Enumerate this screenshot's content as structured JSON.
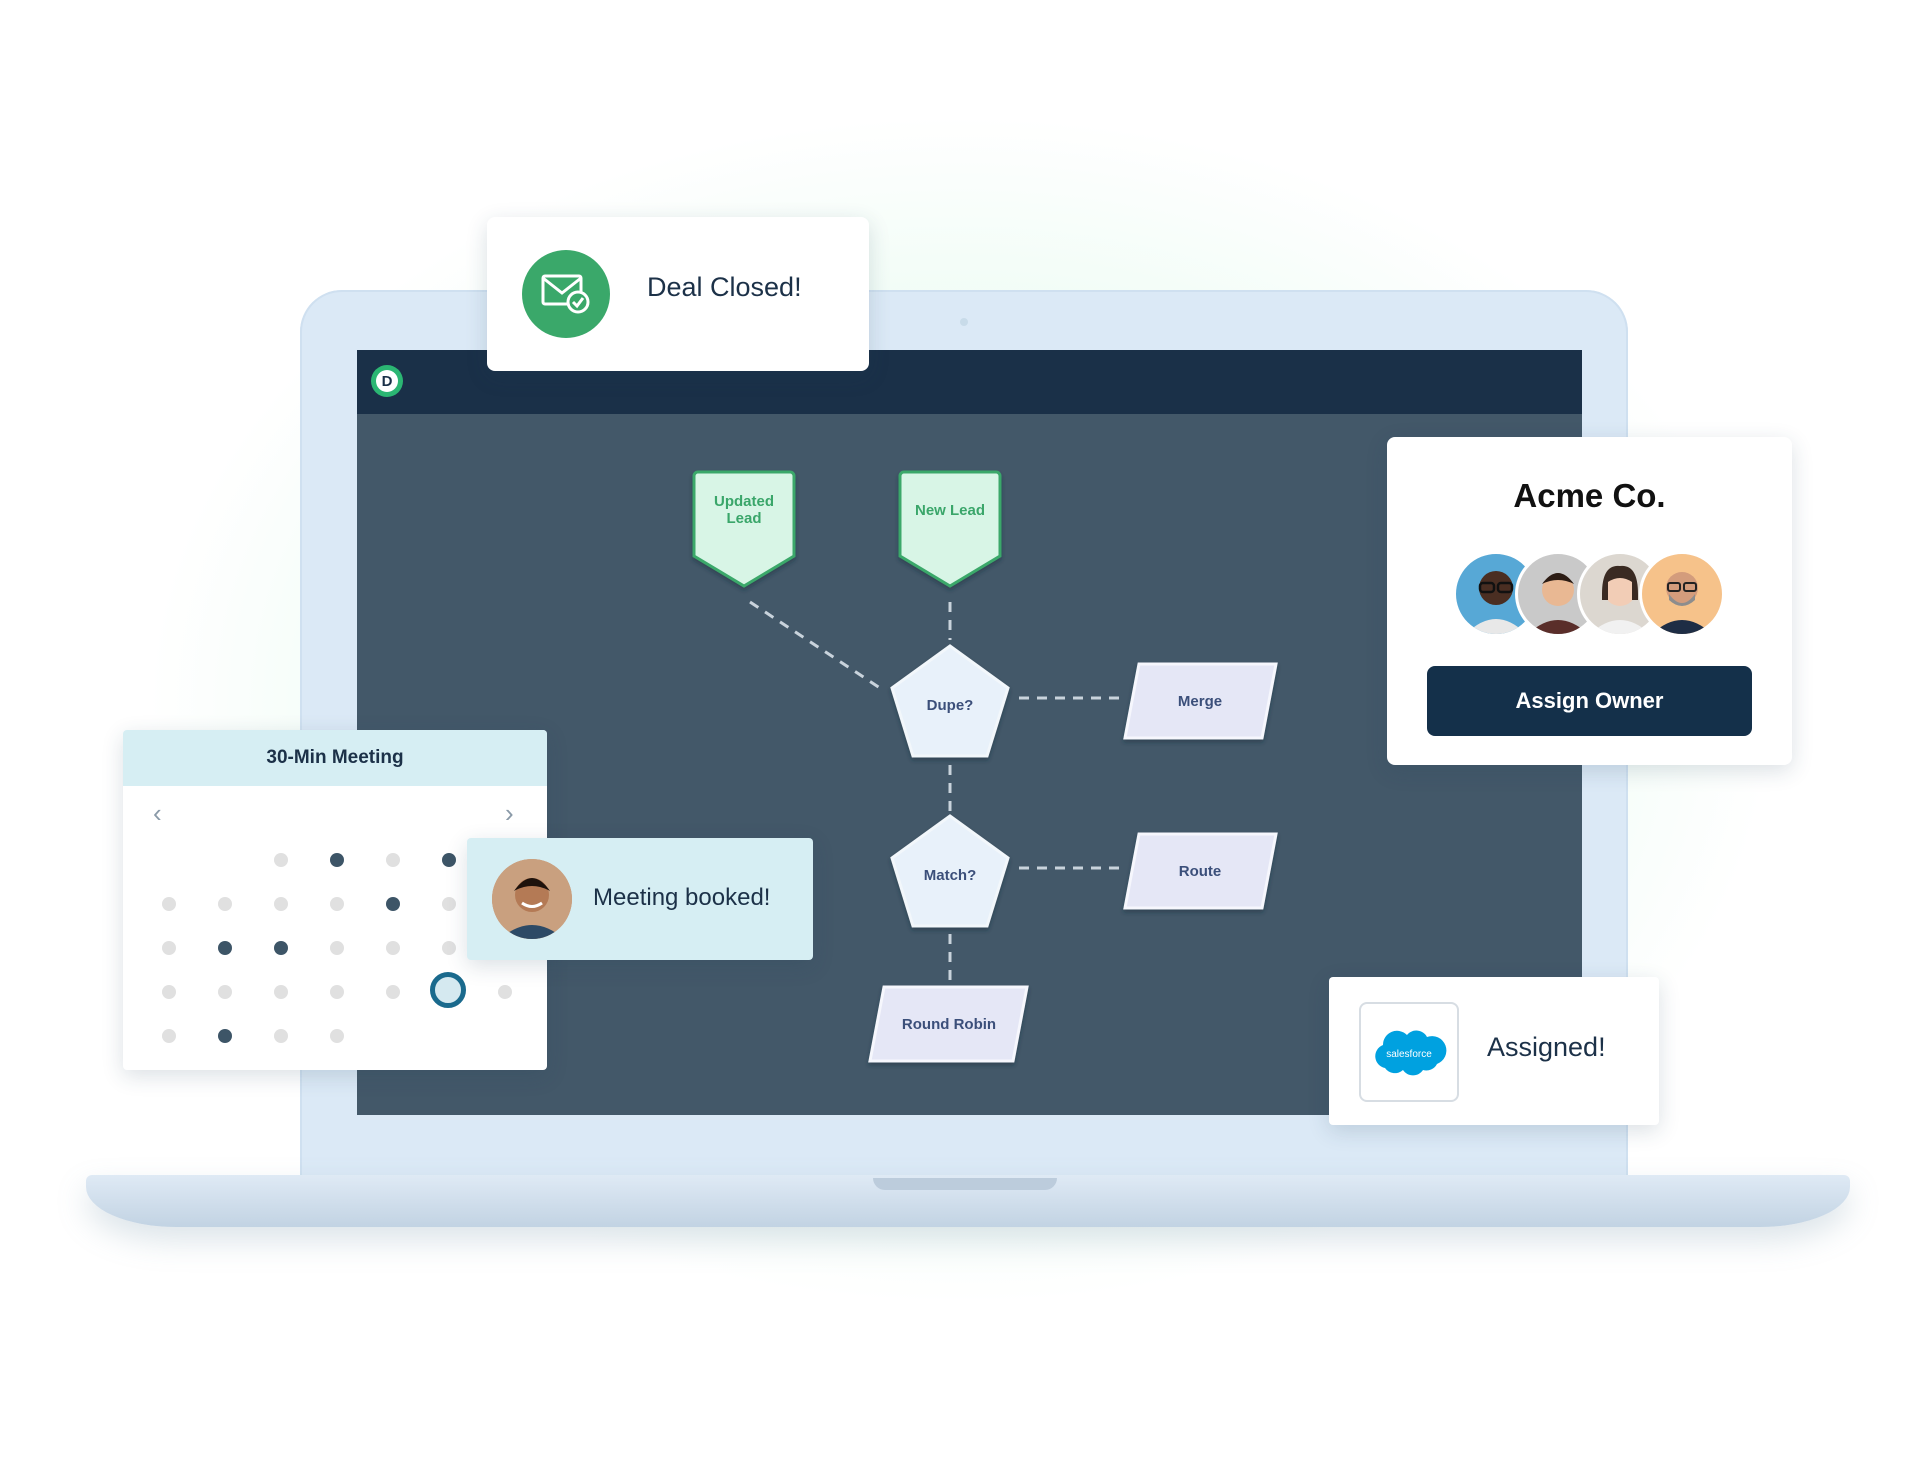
{
  "app": {
    "logo_letter": "D"
  },
  "deal": {
    "text": "Deal Closed!",
    "icon": "mail-check-icon"
  },
  "flow": {
    "trigger_updated": "Updated Lead",
    "trigger_updated_line1": "Updated",
    "trigger_updated_line2": "Lead",
    "trigger_new": "New Lead",
    "decision_dupe": "Dupe?",
    "decision_match": "Match?",
    "action_merge": "Merge",
    "action_route": "Route",
    "action_round_robin": "Round Robin"
  },
  "account": {
    "name": "Acme Co.",
    "assign_label": "Assign Owner",
    "avatars": [
      "person-1-avatar",
      "person-2-avatar",
      "person-3-avatar",
      "person-4-avatar"
    ]
  },
  "assigned": {
    "text": "Assigned!",
    "logo_text": "salesforce"
  },
  "calendar": {
    "title": "30-Min Meeting",
    "prev": "‹",
    "next": "›"
  },
  "meeting": {
    "text": "Meeting booked!"
  },
  "colors": {
    "accent_green": "#3aa86a",
    "navy": "#14304a",
    "screen": "#435869",
    "salesforce": "#00a1e0"
  }
}
